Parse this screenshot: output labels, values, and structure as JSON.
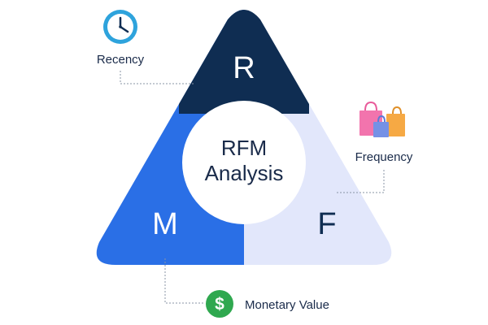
{
  "center": {
    "line1": "RFM",
    "line2": "Analysis"
  },
  "segments": {
    "r": {
      "letter": "R",
      "label": "Recency",
      "color": "#0f2d52"
    },
    "m": {
      "letter": "M",
      "label": "Monetary Value",
      "color": "#2a6fe6"
    },
    "f": {
      "letter": "F",
      "label": "Frequency",
      "color": "#e2e7fb"
    }
  },
  "icons": {
    "recency": "clock-icon",
    "frequency": "shopping-bags-icon",
    "monetary": "dollar-coin-icon"
  },
  "icon_symbols": {
    "dollar": "$"
  },
  "colors": {
    "label_text": "#1a2b4a",
    "connector": "#8a94a6",
    "letter_on_dark": "#ffffff",
    "letter_on_light": "#0f2d52",
    "clock": "#2ea3dc",
    "coin": "#2fa84f"
  }
}
